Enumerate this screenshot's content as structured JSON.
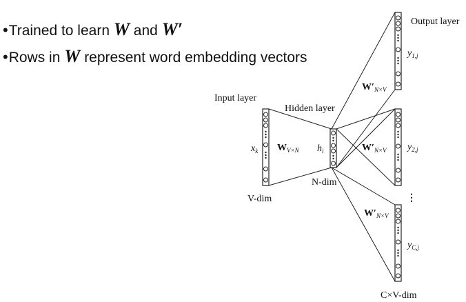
{
  "bullets": {
    "line1_pre": "Trained to learn ",
    "line1_w1": "W",
    "line1_mid": " and ",
    "line1_w2": "W′",
    "line2_pre": "Rows in ",
    "line2_w": "W",
    "line2_post": " represent word embedding vectors"
  },
  "diagram": {
    "input_layer": "Input layer",
    "hidden_layer": "Hidden layer",
    "output_layer": "Output layer",
    "x_k": "x",
    "x_k_sub": "k",
    "h_i": "h",
    "h_i_sub": "i",
    "w_in": "W",
    "w_in_sub": "V×N",
    "w_out": "W′",
    "w_out_sub": "N×V",
    "y1": "y",
    "y1_sub": "1,j",
    "y2": "y",
    "y2_sub": "2,j",
    "yc": "y",
    "yc_sub": "C,j",
    "v_dim": "V-dim",
    "n_dim": "N-dim",
    "cv_dim": "C×V-dim",
    "vertical_ellipsis": "⋮"
  }
}
